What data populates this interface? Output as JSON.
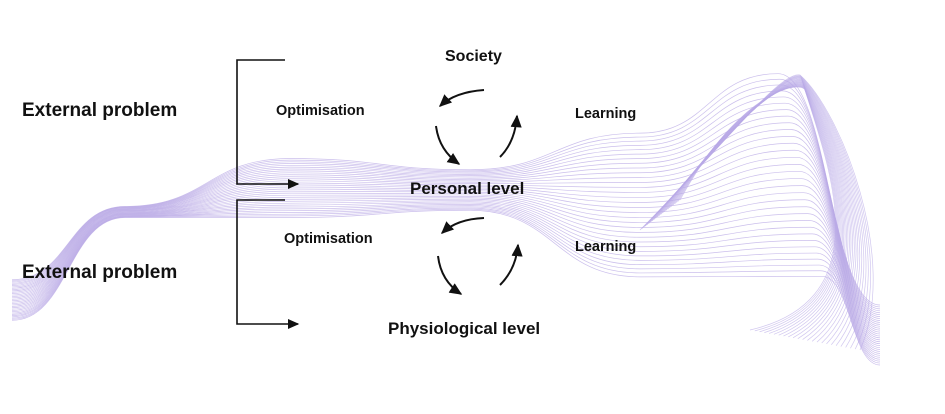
{
  "levels": {
    "society": "Society",
    "personal": "Personal level",
    "physiological": "Physiological level"
  },
  "upper_loop": {
    "external": "External problem",
    "optimisation": "Optimisation",
    "learning": "Learning"
  },
  "lower_loop": {
    "external": "External problem",
    "optimisation": "Optimisation",
    "learning": "Learning"
  },
  "colors": {
    "text": "#111111",
    "wave": "#b9a9e6",
    "background": "#ffffff"
  }
}
